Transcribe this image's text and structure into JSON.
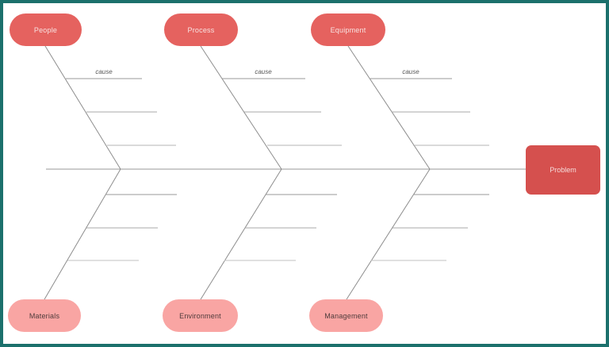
{
  "diagram": {
    "type": "fishbone",
    "problem": {
      "label": "Problem"
    },
    "top_bones": [
      {
        "label": "People",
        "cause_label": "cause"
      },
      {
        "label": "Process",
        "cause_label": "cause"
      },
      {
        "label": "Equipment",
        "cause_label": "cause"
      }
    ],
    "bottom_bones": [
      {
        "label": "Materials"
      },
      {
        "label": "Environment"
      },
      {
        "label": "Management"
      }
    ],
    "colors": {
      "top_category_fill": "#e5625f",
      "top_category_text": "#f8e2e1",
      "bottom_category_fill": "#f9a5a3",
      "bottom_category_text": "#4e3b3b",
      "problem_fill": "#d5504e",
      "problem_text": "#f5dbda",
      "line": "#999999",
      "cause_text": "#595959",
      "frame_border": "#1b706c"
    }
  }
}
